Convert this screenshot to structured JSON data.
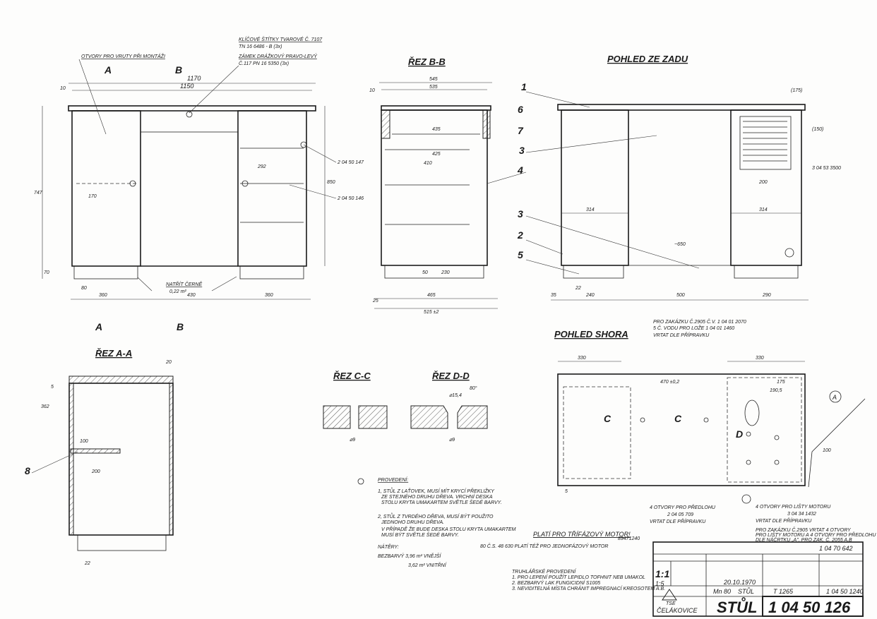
{
  "views": {
    "front_notes": {
      "holes": "OTVORY PRO VRUTY PŘI MONTÁŽI",
      "key_plates_1": "KLÍČOVÉ ŠTÍTKY TVAROVÉ Č. 7107",
      "key_plates_2": "TN 16 6486 - B (3x)",
      "lock_1": "ZÁMEK DRÁŽKOVÝ PRAVO-LEVÝ",
      "lock_2": "Č.117 PN 16 5350 (3x)",
      "paint_1": "NATŘÍT ČERNĚ",
      "paint_2": "0,22 m²",
      "part_1": "2 04 50 147",
      "part_2": "2 04 50 146",
      "mark_a": "A",
      "mark_b": "B"
    },
    "front_dims": {
      "d1170": "1170",
      "d1150": "1150",
      "d10": "10",
      "d360": "360",
      "d430": "430",
      "d850": "850",
      "d747": "747",
      "d80": "80",
      "d70": "70",
      "d292": "292",
      "d170": "170"
    },
    "section_bb": {
      "title": "ŘEZ B-B",
      "d545": "545",
      "d535": "535",
      "d435": "435",
      "d425": "425",
      "d410": "410",
      "d465": "465",
      "d515": "515 ±2",
      "d230": "230",
      "d50": "50",
      "d25": "25",
      "d10": "10"
    },
    "rear": {
      "title": "POHLED ZE ZADU",
      "d175": "(175)",
      "d150": "(150)",
      "d314": "314",
      "d650": "~650",
      "d500": "500",
      "d240": "240",
      "d290": "290",
      "d200": "200",
      "d35": "35",
      "d22": "22",
      "part": "3 04 53 3500",
      "callouts": [
        "1",
        "6",
        "7",
        "3",
        "4",
        "3",
        "2",
        "5"
      ]
    },
    "section_aa": {
      "title": "ŘEZ A-A",
      "d20": "20",
      "d362": "362",
      "d100": "100",
      "d200": "200",
      "d22": "22",
      "d5": "5",
      "callout": "8"
    },
    "section_cc": {
      "title": "ŘEZ C-C",
      "dia": "⌀9"
    },
    "section_dd": {
      "title": "ŘEZ D-D",
      "dia": "⌀9",
      "angle": "80°",
      "top": "⌀15,4"
    },
    "top_view": {
      "title": "POHLED SHORA",
      "note_1": "PRO ZAKÁZKU Č.2905 Č.V. 1 04 01 2070",
      "note_2": "5 Č. VODU PRO LOŽE 1 04 01 1460",
      "note_3": "VRTAT DLE PŘÍPRAVKU",
      "d330a": "330",
      "d330b": "330",
      "d470": "470 ±0,2",
      "d175": "175",
      "d1905": "190,5",
      "label_c": "C",
      "label_d": "D",
      "label_a": "A",
      "d100": "100",
      "d5": "5",
      "holes_1": "4 OTVORY PRO PŘEDLOHU",
      "holes_2": "2 04 05 709",
      "holes_3": "VRTAT DLE PŘÍPRAVKU",
      "motor_1": "4 OTVORY PRO LIŠTY MOTORU",
      "motor_2": "3 04 34 1432",
      "motor_3": "VRTAT DLE PŘÍPRAVKU",
      "order_1": "PRO ZAKÁZKU Č.2905 VRTAT 4 OTVORY",
      "order_2": "PRO LIŠTY MOTORU A 4 OTVORY PRO PŘEDLOHU",
      "order_3": "DLE NÁČRTKU „A\". PRO ZAK. Č. 2055 A,B"
    },
    "notes": {
      "heading": "PROVEDENÍ:",
      "n1a": "1, STŮL Z LAŤOVEK, MUSÍ MÍT KRYCÍ PŘEKLIŽKY",
      "n1b": "ZE STEJNÉHO DRUHU DŘEVA. VRCHNÍ DESKA",
      "n1c": "STOLU KRYTA UMAKARTEM SVĚTLE ŠEDÉ BARVY.",
      "n2a": "2, STŮL Z TVRDÉHO DŘEVA, MUSÍ BÝT POUŽITO",
      "n2b": "JEDNOHO DRUHU DŘEVA.",
      "n2c": "V PŘÍPADĚ ŽE BUDE DESKA STOLU KRYTA UMAKARTEM",
      "n2d": "MUSÍ BÝT SVĚTLE ŠEDÉ BARVY.",
      "paints": "NÁTĚRY:",
      "p1": "BEZBARVÝ 3,96 m² VNĚJŠÍ",
      "p2": "3,62 m² VNITŘNÍ",
      "motor3": "PLATÍ PRO TŘÍFÁZOVÝ MOTOR!",
      "motor1": "80 Č.S. 48 630 PLATÍ TÉŽ PRO JEDNOFÁZOVÝ MOTOR",
      "t_head": "TRUHLÁŘSKÉ PROVEDENÍ",
      "t1": "1. PRO LEPENÍ POUŽÍT LEPIDLO TOFHNIT NEB UMAKOL",
      "t2": "2. BEZBARVÝ LAK FUNGICIDNÍ S1005",
      "t3": "3. NEVIDITELNÁ MÍSTA CHRÁNIT IMPREGNACÍ KREOSOTEM A.B.",
      "ref": "89471240"
    },
    "title_block": {
      "doc_top": "1 04 70 642",
      "scale_1": "1:1",
      "scale_2": "1:5",
      "date": "20.10.1970",
      "material": "Mn 80",
      "type": "STŮL",
      "norm": "T 1265",
      "old_no": "1 04 50 1240",
      "name": "STŮL",
      "company": "ČELÁKOVICE",
      "number": "1 04 50 126",
      "logo": "TSE"
    }
  }
}
